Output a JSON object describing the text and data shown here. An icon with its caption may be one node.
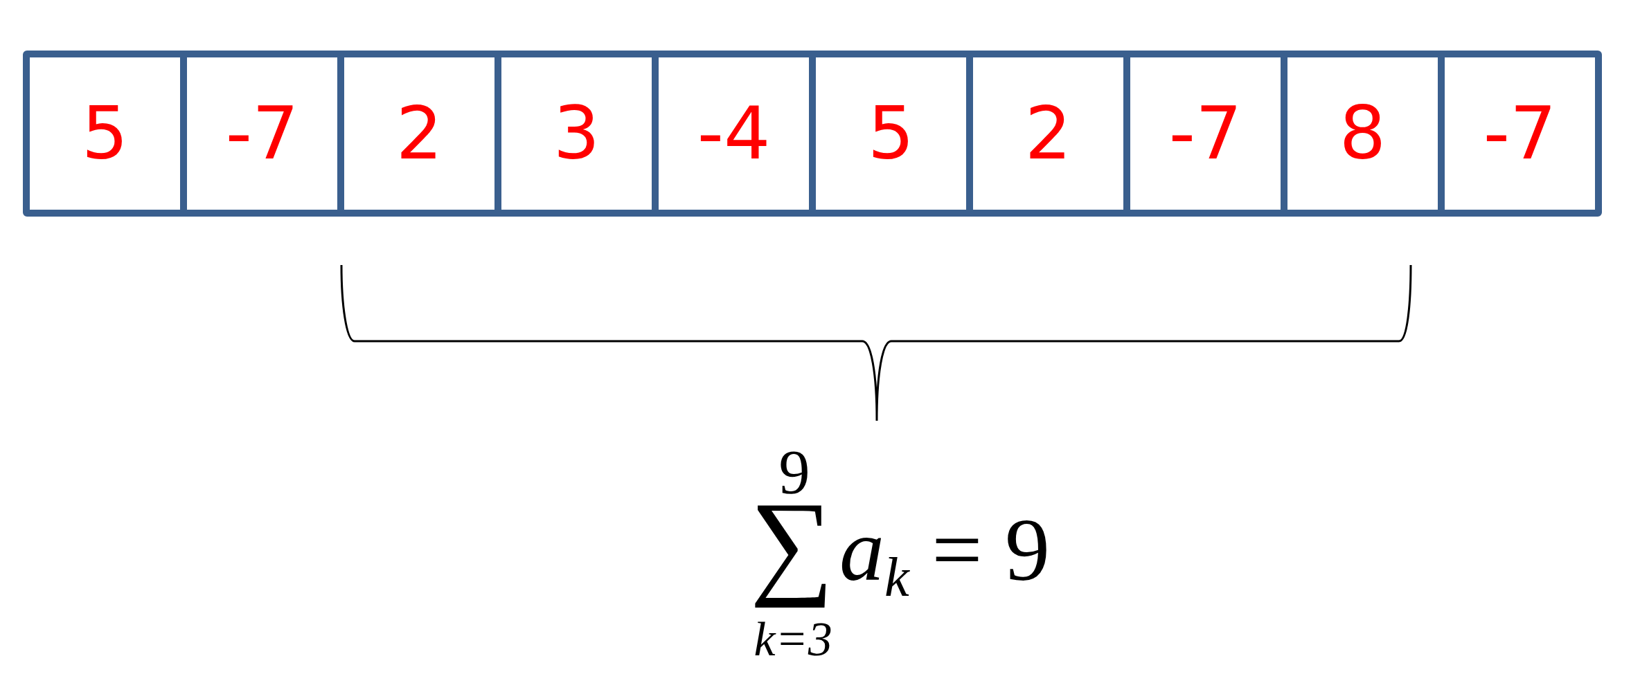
{
  "diagram": {
    "nodes": [
      {
        "text": [
          "5"
        ]
      },
      {
        "text": [
          "-7"
        ]
      },
      {
        "text": [
          "2"
        ]
      },
      {
        "text": [
          "3"
        ]
      },
      {
        "text": [
          "-4"
        ]
      },
      {
        "text": [
          "5"
        ]
      },
      {
        "text": [
          "2"
        ]
      },
      {
        "text": [
          "-7"
        ]
      },
      {
        "text": [
          "8"
        ]
      },
      {
        "text": [
          "-7"
        ]
      }
    ],
    "labels": [
      "9",
      "∑",
      "*a*$_{k}$ = 9",
      "k=3"
    ]
  }
}
